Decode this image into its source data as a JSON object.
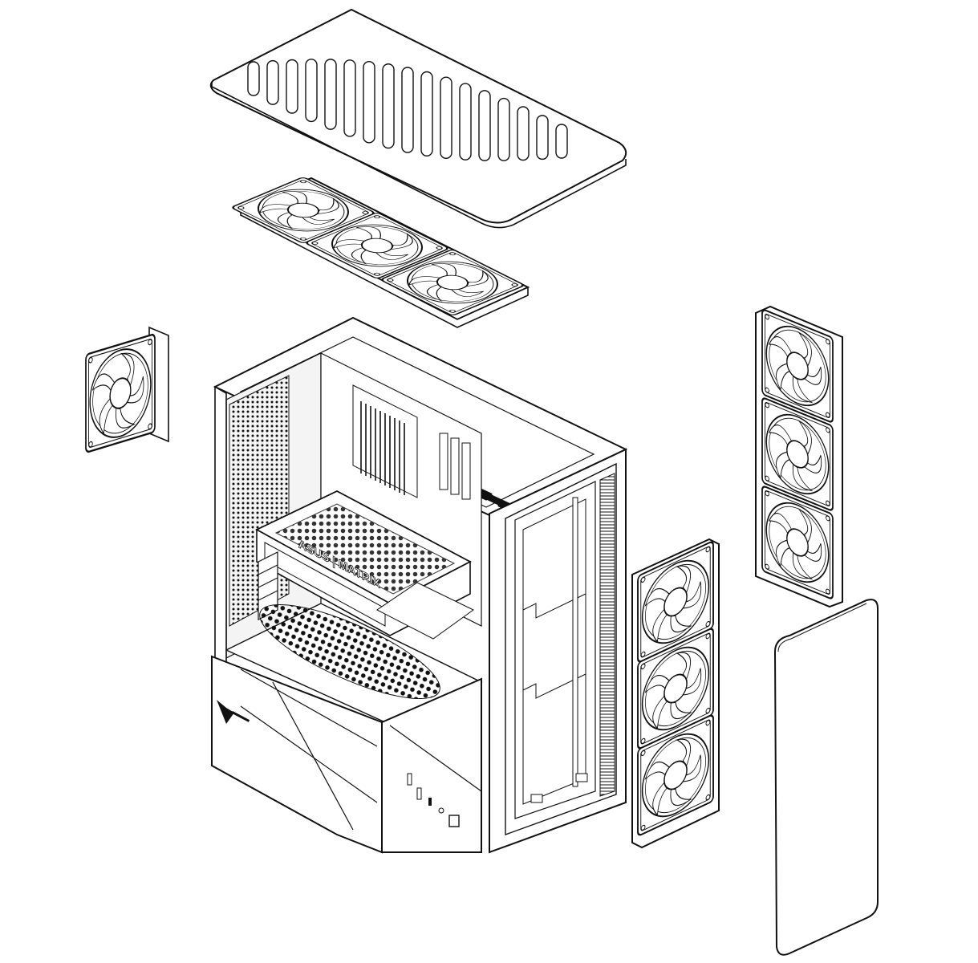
{
  "diagram": {
    "components": [
      {
        "id": "top-dust-filter",
        "kind": "slotted-panel"
      },
      {
        "id": "top-fan-bracket",
        "kind": "fan-array",
        "fan_count": 3
      },
      {
        "id": "rear-fan",
        "kind": "fan",
        "fan_count": 1
      },
      {
        "id": "pc-case",
        "kind": "chassis"
      },
      {
        "id": "front-fan-stack",
        "kind": "fan-array",
        "fan_count": 3
      },
      {
        "id": "side-fan-stack",
        "kind": "fan-array",
        "fan_count": 3
      },
      {
        "id": "side-glass-panel",
        "kind": "panel"
      }
    ],
    "gpu_label": "ASUS | MATRIX",
    "line_color": "#111111",
    "background": "#ffffff"
  }
}
